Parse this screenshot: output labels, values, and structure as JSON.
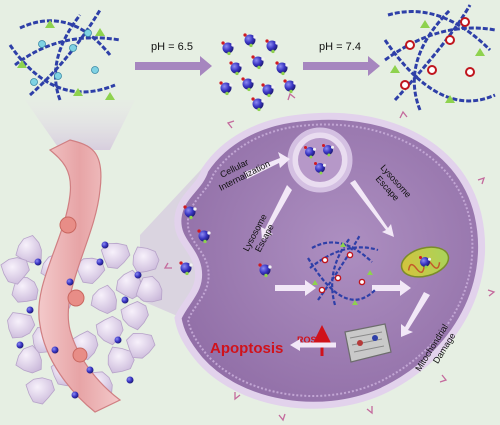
{
  "top_row": {
    "arrow1_label": "pH = 6.5",
    "arrow2_label": "pH = 7.4"
  },
  "cell": {
    "internalization_line1": "Cellular",
    "internalization_line2": "Internalization",
    "lysosome_escape_left_line1": "Lysosome",
    "lysosome_escape_left_line2": "Escape",
    "lysosome_escape_right_line1": "Lysosome",
    "lysosome_escape_right_line2": "Escape",
    "mito_damage_line1": "Mitochondrial",
    "mito_damage_line2": "Damage",
    "ros_label": "ROS",
    "apoptosis_label": "Apoptosis"
  },
  "colors": {
    "background": "#e6efe3",
    "cell_fill": "#a07eb4",
    "cell_border": "#d8c6e4",
    "arrow_purple": "#a686bf",
    "fiber": "#2e3fa8",
    "apoptosis_red": "#d0121b",
    "vessel_pink": "#e7a4a6"
  }
}
